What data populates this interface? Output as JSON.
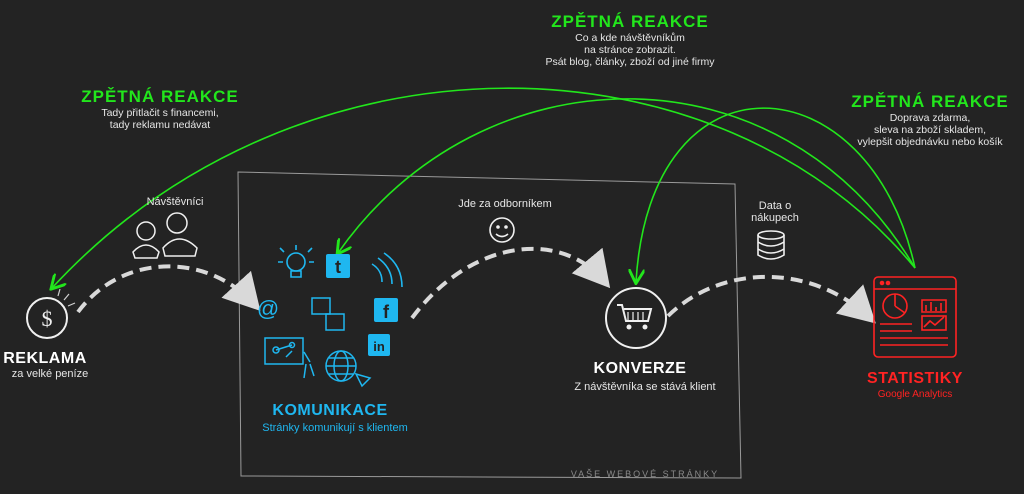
{
  "feedback_left": {
    "title": "ZPĚTNÁ REAKCE",
    "desc": "Tady přitlačit s financemi,\ntady reklamu nedávat"
  },
  "feedback_top": {
    "title": "ZPĚTNÁ REAKCE",
    "desc": "Co a kde návštěvníkům\nna stránce zobrazit.\nPsát blog, články, zboží od jiné firmy"
  },
  "feedback_right": {
    "title": "ZPĚTNÁ REAKCE",
    "desc": "Doprava zdarma,\nsleva na zboží skladem,\nvylepšit objednávku nebo košík"
  },
  "reklama": {
    "title": "REKLAMA",
    "sub": "za velké peníze"
  },
  "komunikace": {
    "title": "KOMUNIKACE",
    "sub": "Stránky komunikují s klientem"
  },
  "konverze": {
    "title": "KONVERZE",
    "sub": "Z návštěvníka se stává klient"
  },
  "statistiky": {
    "title": "STATISTIKY",
    "sub": "Google Analytics"
  },
  "labels": {
    "visitors": "Návštěvníci",
    "expert": "Jde za odborníkem",
    "purchase_data": "Data o\nnákupech"
  },
  "footer": "VAŠE WEBOVÉ STRÁNKY",
  "colors": {
    "background": "#232323",
    "feedback_green": "#22e61c",
    "communication_blue": "#1fb7f0",
    "stats_red": "#ff2323",
    "dash_gray": "#d9d9d9"
  },
  "icons": [
    "dollar-coin-icon",
    "visitors-icon",
    "lightbulb-icon",
    "twitter-icon",
    "at-sign-icon",
    "facebook-icon",
    "linkedin-icon",
    "globe-icon",
    "smiley-icon",
    "database-icon",
    "shopping-cart-icon",
    "analytics-dashboard-icon"
  ]
}
